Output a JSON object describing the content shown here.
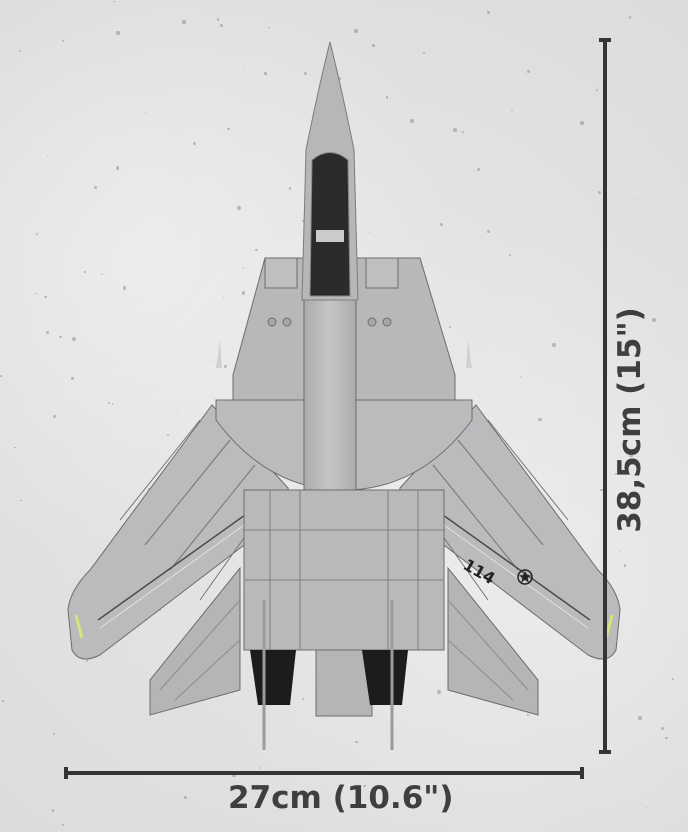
{
  "product": {
    "subject": "F-14 fighter jet brick model, top-down view",
    "tail_number": "114",
    "insignia": "star-roundel-icon"
  },
  "dimensions": {
    "width_label": "27cm (10.6\")",
    "height_label": "38,5cm (15\")"
  },
  "colors": {
    "background": "#e4e4e3",
    "model_gray": "#b7b9bb",
    "dimension_line": "#343434",
    "label_text": "#3f3f3f",
    "wingtip_light": "#d7e37a",
    "engine_nozzle": "#1c1c1c"
  }
}
